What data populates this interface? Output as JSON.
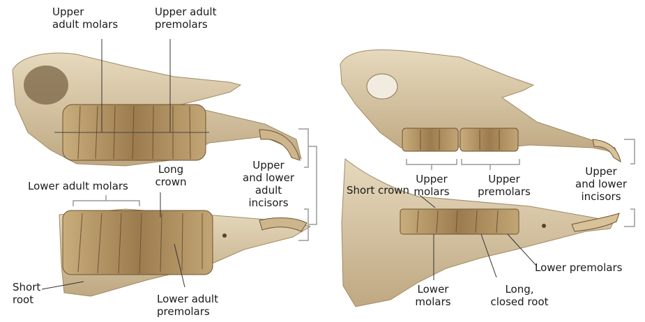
{
  "left_panel": {
    "upper_adult_molars": "Upper\nadult molars",
    "upper_adult_premolars": "Upper adult\npremolars",
    "long_crown": "Long\ncrown",
    "lower_adult_molars": "Lower adult molars",
    "incisors": "Upper\nand lower\nadult\nincisors",
    "short_root": "Short\nroot",
    "lower_adult_premolars": "Lower adult\npremolars"
  },
  "right_panel": {
    "upper_molars": "Upper\nmolars",
    "upper_premolars": "Upper\npremolars",
    "incisors": "Upper\nand lower\nincisors",
    "short_crown": "Short crown",
    "lower_premolars": "Lower premolars",
    "lower_molars": "Lower\nmolars",
    "long_closed_root": "Long,\nclosed root"
  },
  "colors": {
    "bone": "#d8c8a8",
    "bone_shadow": "#b59e78",
    "tooth": "#a88a5c",
    "tooth_dark": "#6e5232",
    "line": "#333333",
    "bracket": "#9a9a9a"
  }
}
